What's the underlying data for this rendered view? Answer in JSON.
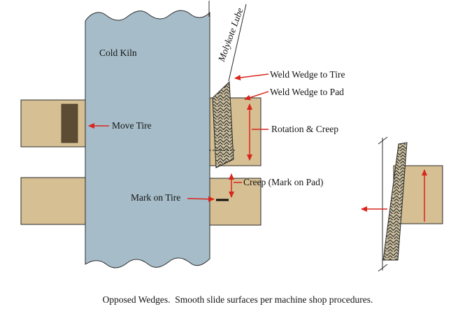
{
  "diagram": {
    "caption": "Opposed Wedges.  Smooth slide surfaces per machine shop procedures.",
    "labels": {
      "cold_kiln": "Cold Kiln",
      "move_tire": "Move Tire",
      "molykote_lube": "Molykote Lube",
      "weld_wedge_to_tire": "Weld Wedge to Tire",
      "weld_wedge_to_pad": "Weld Wedge to Pad",
      "rotation_and_creep": "Rotation & Creep",
      "creep_mark_on_pad": "Creep (Mark on Pad)",
      "mark_on_tire": "Mark on Tire"
    },
    "colors": {
      "kiln": "#a6bdc9",
      "block_tan": "#d5bf93",
      "tire_insert": "#5c4c33",
      "wedge_base": "#c9bd9d",
      "arrow_red": "#d8261c",
      "line": "#2b2b2b"
    }
  }
}
